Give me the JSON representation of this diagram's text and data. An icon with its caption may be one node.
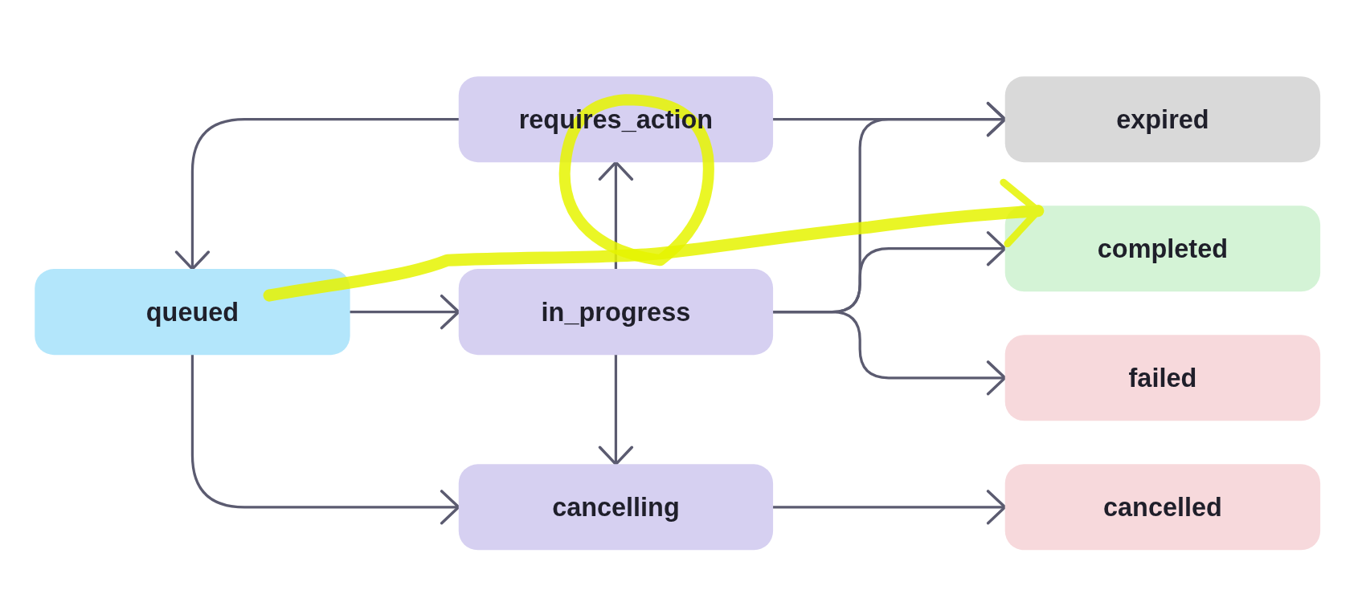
{
  "diagram": {
    "nodes": [
      {
        "text": [
          "queued"
        ]
      },
      {
        "text": [
          "requires_action"
        ]
      },
      {
        "text": [
          "in_progress"
        ]
      },
      {
        "text": [
          "cancelling"
        ]
      },
      {
        "text": [
          "expired"
        ]
      },
      {
        "text": [
          "completed"
        ]
      },
      {
        "text": [
          "failed"
        ]
      },
      {
        "text": [
          "cancelled"
        ]
      }
    ],
    "edges": [
      {
        "from": 1,
        "to": 0,
        "arrow": "to"
      },
      {
        "from": 0,
        "to": 2,
        "arrow": "to"
      },
      {
        "from": 2,
        "to": 1,
        "arrow": "to"
      },
      {
        "from": 2,
        "to": 3,
        "arrow": "to"
      },
      {
        "from": 0,
        "to": 3,
        "arrow": "to"
      },
      {
        "from": 1,
        "to": 4,
        "arrow": "to"
      },
      {
        "from": 2,
        "to": 4,
        "arrow": "to"
      },
      {
        "from": 2,
        "to": 5,
        "arrow": "to"
      },
      {
        "from": 2,
        "to": 6,
        "arrow": "to"
      },
      {
        "from": 3,
        "to": 7,
        "arrow": "to"
      },
      {
        "from": 0,
        "to": 5,
        "arrow": "to",
        "style": "thick",
        "color": "#e6f400"
      }
    ]
  }
}
